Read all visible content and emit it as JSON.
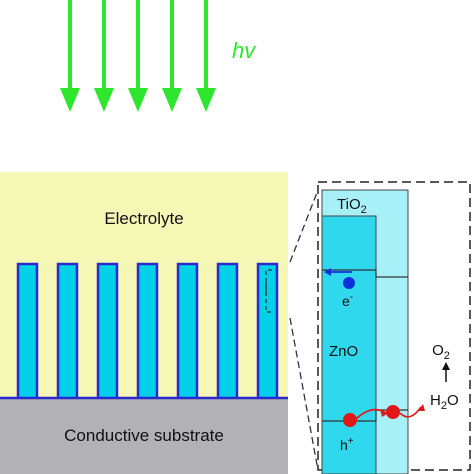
{
  "light": {
    "label": "hv",
    "arrow_count": 5,
    "color": "#2ee62e"
  },
  "electrolyte": {
    "label": "Electrolyte",
    "color": "#f5f7b4"
  },
  "substrate": {
    "label": "Conductive substrate",
    "color": "#b2b2b4"
  },
  "nanorods": {
    "count": 7,
    "fill": "#00d0e8",
    "outline": "#2a2ad0"
  },
  "inset": {
    "shell_label": "TiO",
    "shell_sub": "2",
    "core_label": "ZnO",
    "electron_label": "e",
    "electron_sup": "-",
    "hole_label": "h",
    "hole_sup": "+",
    "product_label": "O",
    "product_sub": "2",
    "reactant_label": "H",
    "reactant_sub": "2",
    "reactant_suffix": "O",
    "shell_color": "#a8f0f8",
    "core_color": "#2fd8ec",
    "electron_color": "#1030e0",
    "hole_color": "#e01818"
  }
}
